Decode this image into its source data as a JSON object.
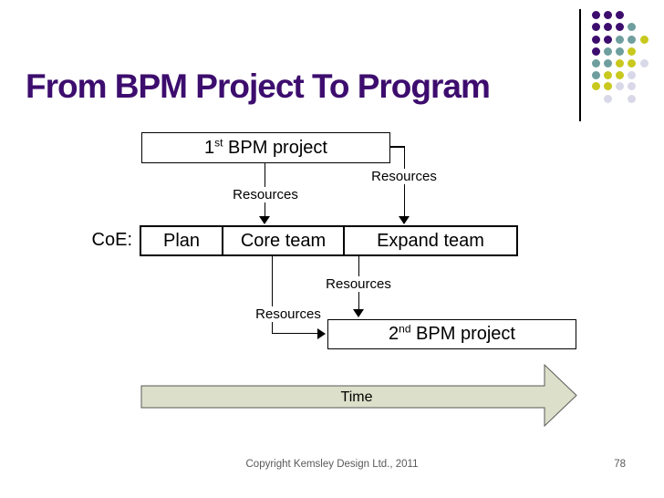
{
  "slide": {
    "title": "From BPM Project To Program",
    "footer": {
      "copyright": "Copyright Kemsley Design Ltd., 2011",
      "page_number": "78"
    }
  },
  "diagram": {
    "coe_label": "CoE:",
    "project1": {
      "num": "1",
      "ordinal": "st",
      "rest": " BPM project"
    },
    "project2": {
      "num": "2",
      "ordinal": "nd",
      "rest": " BPM project"
    },
    "phases": [
      "Plan",
      "Core team",
      "Expand team"
    ],
    "resource_labels": [
      "Resources",
      "Resources",
      "Resources",
      "Resources"
    ],
    "time_label": "Time"
  },
  "colors": {
    "title_text": "#3D0D6E",
    "time_arrow_fill": "#DCDFC9",
    "time_arrow_border": "#595959",
    "footer_text": "#595959"
  },
  "decor": {
    "dot_palette": {
      "P": "#3D0D6E",
      "T": "#6F9E9E",
      "Y": "#C8C81E",
      "L": "#D8D8E8"
    },
    "dot_rows": [
      "PPP",
      "PPPT",
      "PPTTY",
      "PTTY",
      "TTYYL",
      "TYYL",
      "YYLL",
      " L L"
    ]
  }
}
